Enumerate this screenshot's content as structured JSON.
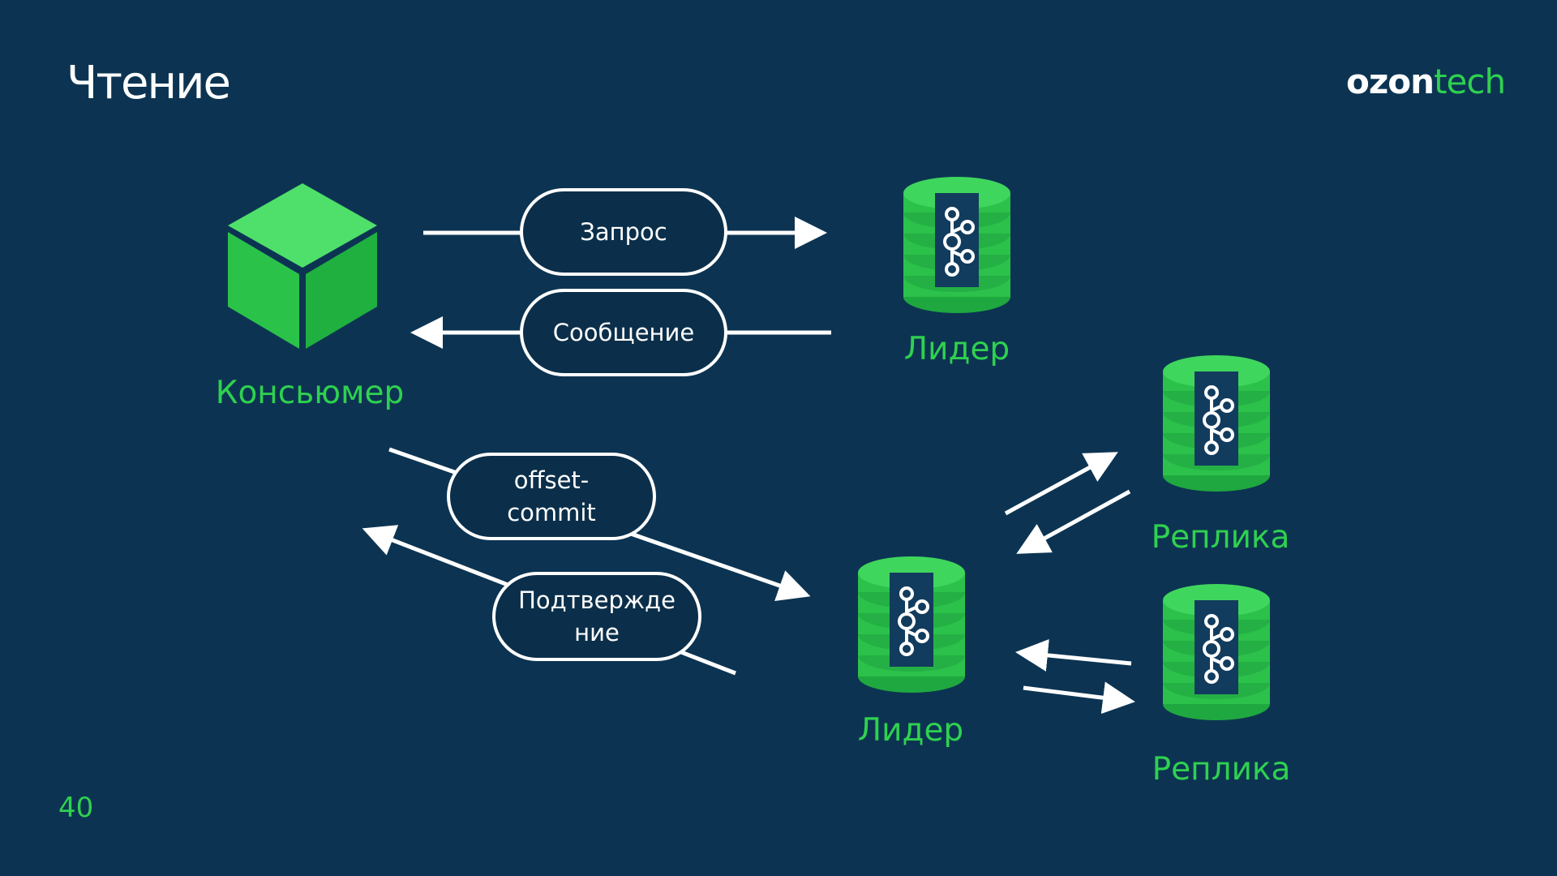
{
  "slide": {
    "title": "Чтение",
    "page_number": "40"
  },
  "brand": {
    "part1": "ozon",
    "part2": "tech"
  },
  "nodes": {
    "consumer": {
      "label": "Консьюмер",
      "icon": "cube-icon"
    },
    "leader_top": {
      "label": "Лидер",
      "icon": "kafka-database-icon"
    },
    "leader_bottom": {
      "label": "Лидер",
      "icon": "kafka-database-icon"
    },
    "replica_top": {
      "label": "Реплика",
      "icon": "kafka-database-icon"
    },
    "replica_bottom": {
      "label": "Реплика",
      "icon": "kafka-database-icon"
    }
  },
  "edges": {
    "request": "Запрос",
    "message": "Сообщение",
    "offset_commit": "offset-commit",
    "ack_line1": "Подтвержде",
    "ack_line2": "ние"
  },
  "colors": {
    "background": "#0c3452",
    "accent_green": "#2fd14f",
    "pill_fill": "#0b2f4a",
    "stroke": "#ffffff"
  }
}
